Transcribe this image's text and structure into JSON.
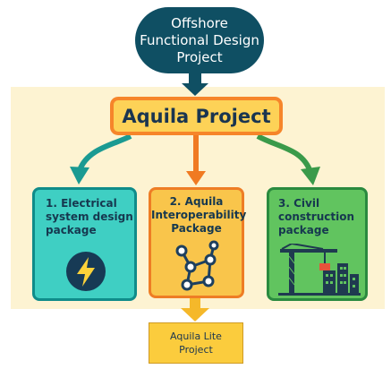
{
  "diagram": {
    "top_node": "Offshore\nFunctional Design\nProject",
    "main_node": "Aquila Project",
    "packages": [
      {
        "label": "1. Electrical\nsystem design\npackage",
        "icon": "lightning-bolt-icon"
      },
      {
        "label": "2. Aquila\nInteroperability\nPackage",
        "icon": "network-graph-icon"
      },
      {
        "label": "3. Civil\nconstruction\npackage",
        "icon": "construction-crane-icon"
      }
    ],
    "bottom_node": "Aquila Lite\nProject"
  },
  "colors": {
    "top_node_fill": "#0f4f63",
    "main_node_fill": "#fdd257",
    "main_node_border": "#f6852a",
    "package_1_fill": "#3fcfc3",
    "package_2_fill": "#f9c54b",
    "package_3_fill": "#61c45f",
    "arrow_teal": "#1a9a92",
    "arrow_orange": "#f07a22",
    "arrow_green": "#3a9a4a",
    "band": "#fdf3d2"
  }
}
